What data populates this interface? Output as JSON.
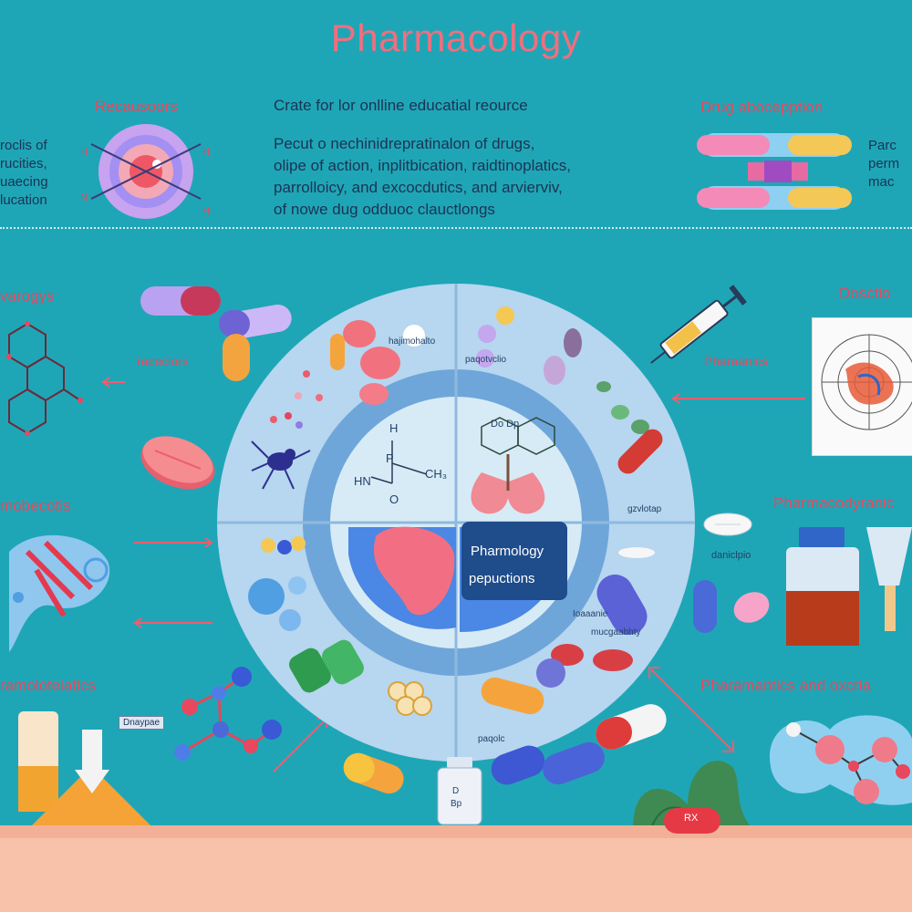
{
  "title": "Pharmacology",
  "top": {
    "receptors_label": "Recausoors",
    "intro_heading": "Crate for lor onlline educatial reource",
    "intro_lines": [
      "Pecut o nechinidrepratinalon of drugs,",
      "olipe of action, inplitbication, raidtinoplatics,",
      "parrolloicy, and excocdutics, and arvierviv,",
      "of nowe dug odduoc clauctlongs"
    ],
    "left_lines": [
      "roclis of",
      "rucities,",
      "uaecing",
      "lucation"
    ],
    "drug_absorption_label": "Drug abocepption",
    "right_lines": [
      "Parc",
      "perm",
      "mac"
    ]
  },
  "left": {
    "label_1": "varogys",
    "receptors_small": "raceciors",
    "label_2": "mobecotis",
    "label_3": "ramoloteiatics",
    "tag_box": "Dnaypae"
  },
  "right": {
    "label_1": "Dosctio",
    "pharmanics": "Pharaanics",
    "label_2": "Pharmacodyranic",
    "dandelp": "daniclpio",
    "label_3": "Pharamantics and oxcria"
  },
  "wheel": {
    "q1": "hajimohalto",
    "q2": "paqotvclio",
    "q3": "gzvlotap",
    "q4a": "Ioaaanie",
    "q4b": "mucgaabhty",
    "bottom": "paqolc",
    "center_line1": "Pharmology",
    "center_line2": "pepuctions",
    "chem_h": "H",
    "chem_p": "P",
    "chem_hn": "HN",
    "chem_o": "O",
    "chem_ch3": "CH₃",
    "chem_op": "Do Dp"
  },
  "bottle_label_line1": "D",
  "bottle_label_line2": "Bp",
  "pill_label": "RX",
  "colors": {
    "background": "#1fa6b6",
    "title": "#f06f7e",
    "label": "#e8485e",
    "floor": "#f7c1aa",
    "wheel_outer": "#b7d6ef",
    "wheel_inner": "#6fa6da",
    "center_tag": "#1f4c8a"
  }
}
